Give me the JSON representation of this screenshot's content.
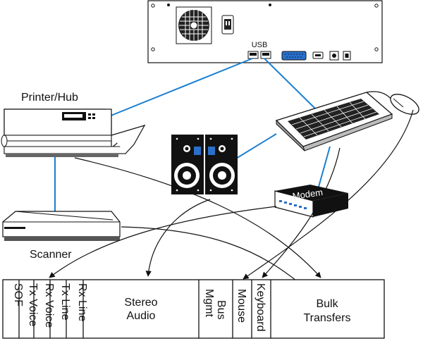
{
  "labels": {
    "usb": "USB",
    "printer_hub": "Printer/Hub",
    "scanner": "Scanner",
    "modem": "Modem"
  },
  "frame": {
    "slots": [
      {
        "id": "sof",
        "label": "SOF"
      },
      {
        "id": "tx-voice",
        "label": "Tx Voice"
      },
      {
        "id": "rx-voice",
        "label": "Rx Voice"
      },
      {
        "id": "tx-line",
        "label": "Tx Line"
      },
      {
        "id": "rx-line",
        "label": "Rx Line"
      },
      {
        "id": "stereo-audio",
        "label_line1": "Stereo",
        "label_line2": "Audio"
      },
      {
        "id": "bus-mgmt",
        "label_line1": "Bus",
        "label_line2": "Mgmt"
      },
      {
        "id": "mouse",
        "label": "Mouse"
      },
      {
        "id": "keyboard",
        "label": "Keyboard"
      },
      {
        "id": "bulk-transfers",
        "label_line1": "Bulk",
        "label_line2": "Transfers"
      }
    ]
  },
  "colors": {
    "usb_link": "#1a7fd1",
    "device_fill": "#ffffff",
    "outline": "#111111",
    "dark": "#111111",
    "connector_blue": "#2a6fc9"
  }
}
